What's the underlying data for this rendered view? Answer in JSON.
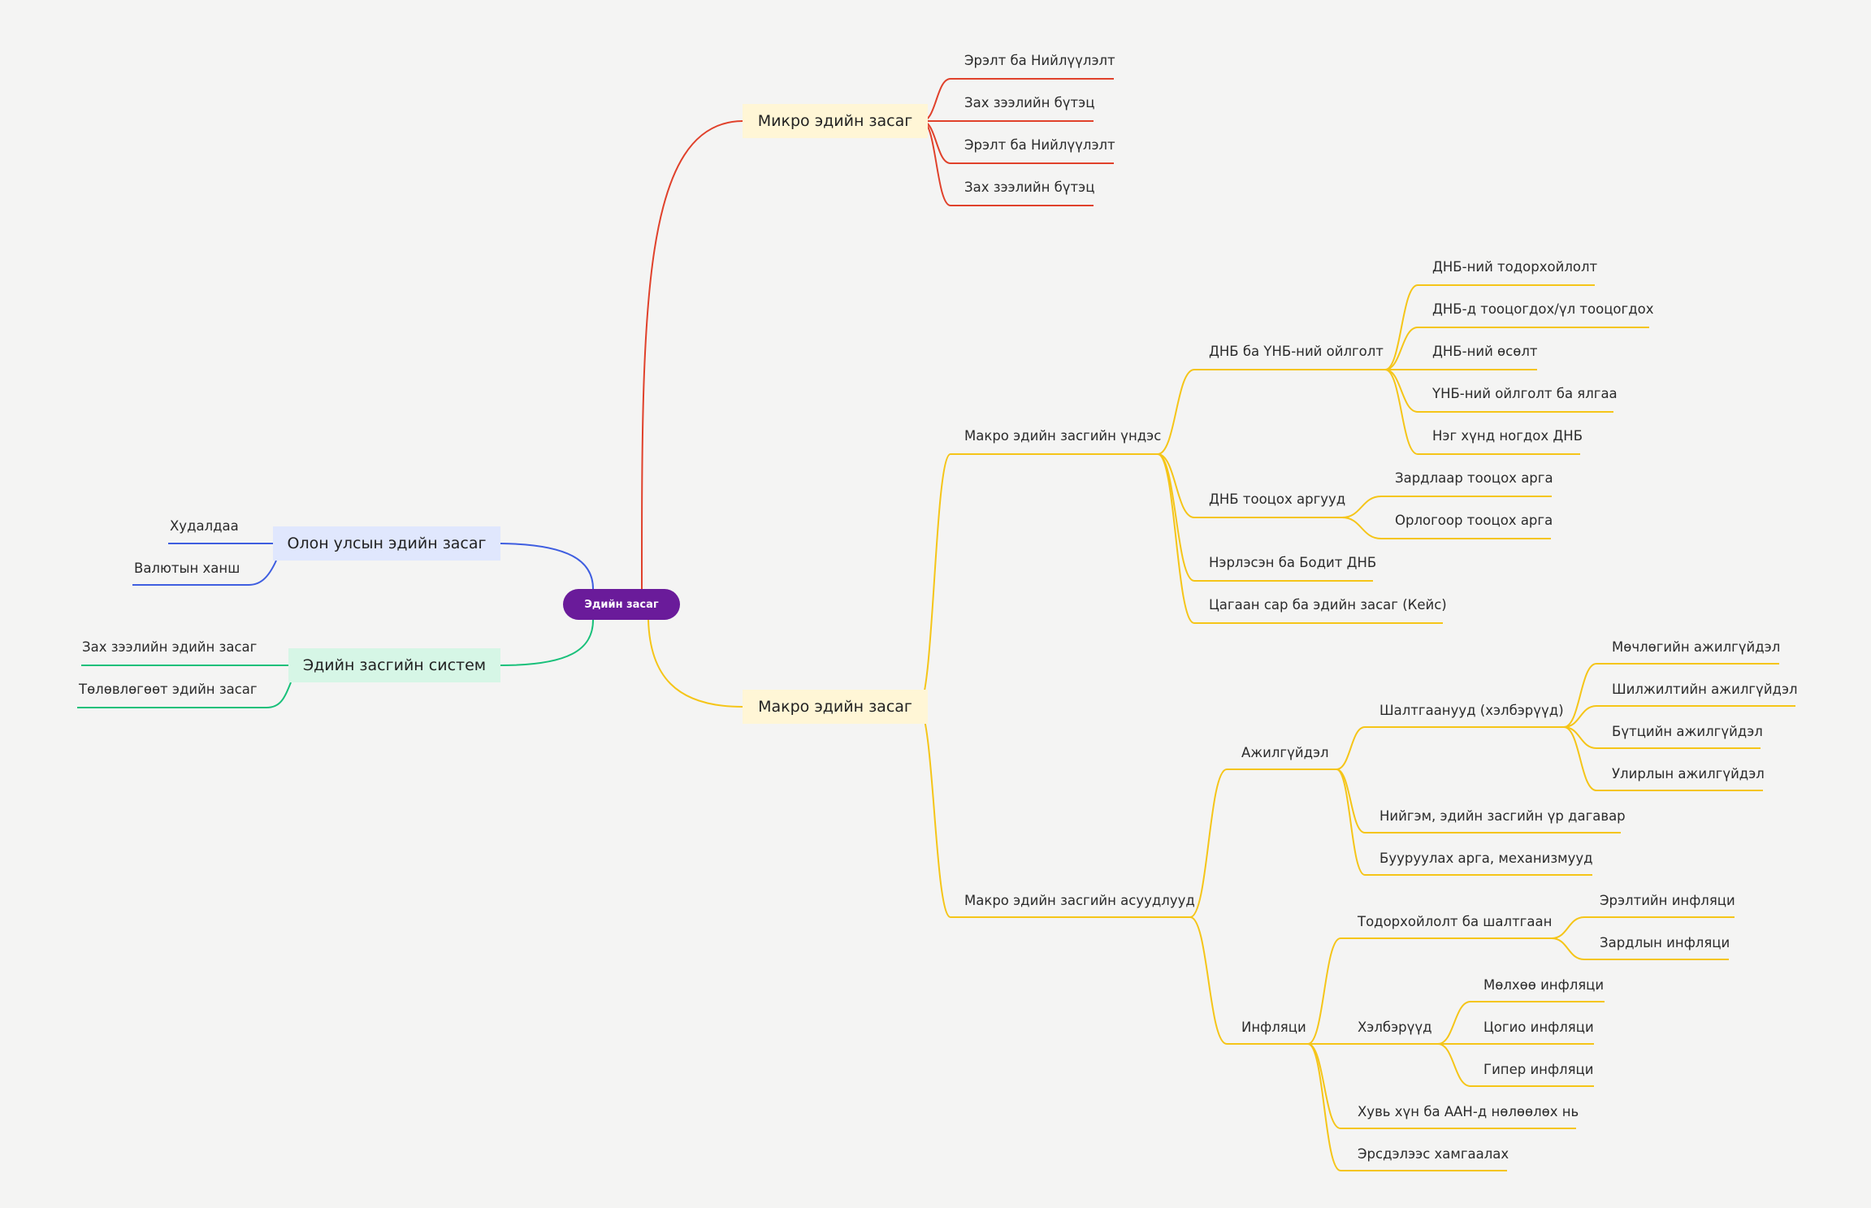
{
  "root": {
    "label": "Эдийн засаг"
  },
  "colors": {
    "root": "#6a1b9a",
    "micro": "#e0412b",
    "macro": "#f5c518",
    "intl": "#3f5ee0",
    "system": "#18c07a"
  },
  "micro": {
    "label": "Микро эдийн засаг",
    "children": [
      "Эрэлт ба Нийлүүлэлт",
      "Зах зээлийн бүтэц",
      "Эрэлт ба Нийлүүлэлт",
      "Зах зээлийн бүтэц"
    ]
  },
  "macro": {
    "label": "Макро эдийн засаг",
    "basics": {
      "label": "Макро эдийн засгийн үндэс",
      "gdp": {
        "label": "ДНБ ба ҮНБ-ний ойлголт",
        "children": [
          "ДНБ-ний тодорхойлолт",
          "ДНБ-д тооцогдох/үл тооцогдох",
          "ДНБ-ний өсөлт",
          "ҮНБ-ний ойлголт ба ялгаа",
          "Нэг хүнд ногдох ДНБ"
        ]
      },
      "methods": {
        "label": "ДНБ тооцох аргууд",
        "children": [
          "Зардлаар тооцох арга",
          "Орлогоор тооцох арга"
        ]
      },
      "nominal": "Нэрлэсэн ба Бодит ДНБ",
      "case": "Цагаан сар ба эдийн засаг (Кейс)"
    },
    "issues": {
      "label": "Макро эдийн засгийн асуудлууд",
      "unemployment": {
        "label": "Ажилгүйдэл",
        "causes": {
          "label": "Шалтгаанууд (хэлбэрүүд)",
          "children": [
            "Мөчлөгийн ажилгүйдэл",
            "Шилжилтийн ажилгүйдэл",
            "Бүтцийн ажилгүйдэл",
            "Улирлын ажилгүйдэл"
          ]
        },
        "consequences": "Нийгэм, эдийн засгийн үр дагавар",
        "reduce": "Бууруулах арга, механизмууд"
      },
      "inflation": {
        "label": "Инфляци",
        "definition": {
          "label": "Тодорхойлолт ба шалтгаан",
          "children": [
            "Эрэлтийн инфляци",
            "Зардлын инфляци"
          ]
        },
        "forms": {
          "label": "Хэлбэрүүд",
          "children": [
            "Мөлхөө инфляци",
            "Цогио инфляци",
            "Гипер инфляци"
          ]
        },
        "impact": "Хувь хүн ба ААН-д нөлөөлөх нь",
        "protect": "Эрсдэлээс хамгаалах"
      }
    }
  },
  "intl": {
    "label": "Олон улсын эдийн засаг",
    "children": [
      "Худалдаа",
      "Валютын ханш"
    ]
  },
  "system": {
    "label": "Эдийн засгийн систем",
    "children": [
      "Зах зээлийн эдийн засаг",
      "Төлөвлөгөөт эдийн засаг"
    ]
  }
}
